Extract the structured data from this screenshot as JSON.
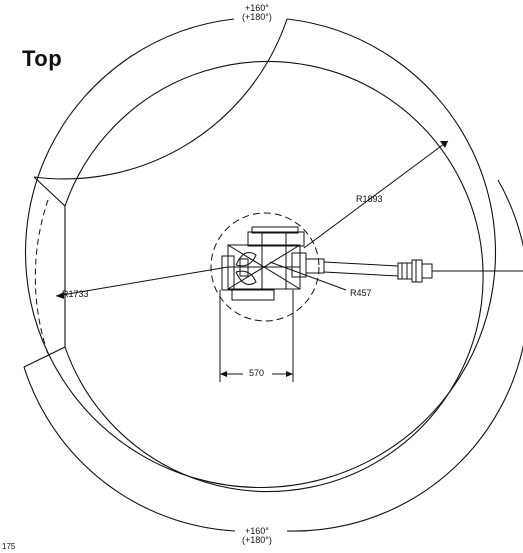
{
  "view_title": "Top",
  "rotation_limits": {
    "top": {
      "line1": "+160°",
      "line2": "(+180°)"
    },
    "bottom": {
      "line1": "+160°",
      "line2": "(+180°)"
    }
  },
  "dimensions": {
    "outer_reach": "R1893",
    "inner_reach": "R1733",
    "base_radius": "R457",
    "base_width": "570"
  },
  "corner_note": "175"
}
